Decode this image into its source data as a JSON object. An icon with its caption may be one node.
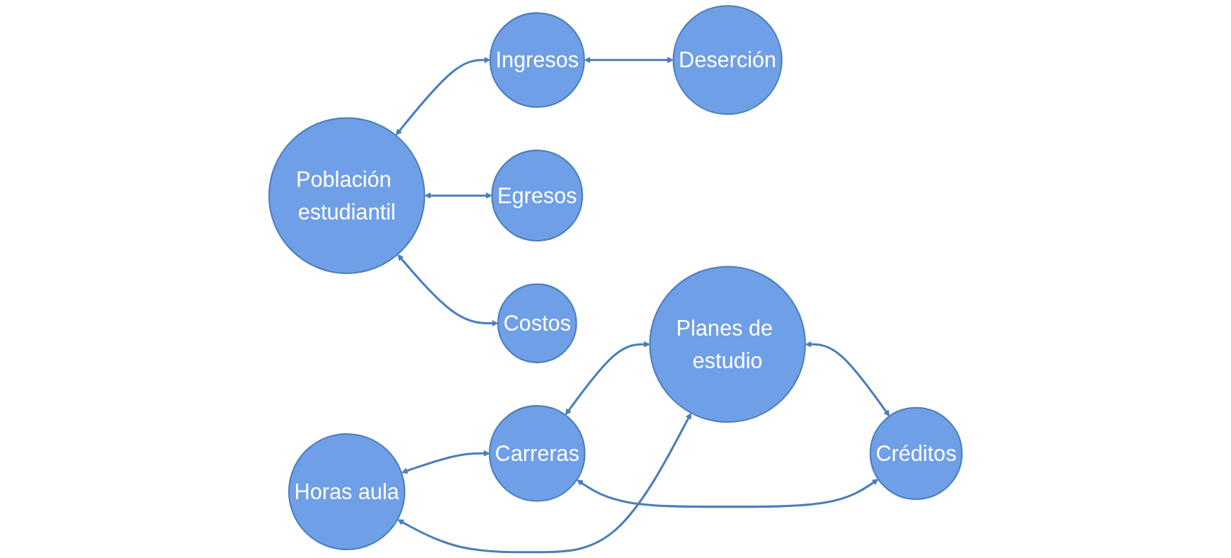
{
  "diagram": {
    "nodes": [
      {
        "text": [
          "Población estudiantil"
        ]
      },
      {
        "text": [
          "Ingresos"
        ]
      },
      {
        "text": [
          "Egresos"
        ]
      },
      {
        "text": [
          "Horas aula"
        ]
      },
      {
        "text": [
          "Carreras"
        ]
      },
      {
        "text": [
          "Deserción"
        ]
      },
      {
        "text": [
          "Planes de estudio"
        ]
      },
      {
        "text": [
          "Costos"
        ]
      },
      {
        "text": [
          "Créditos"
        ]
      }
    ],
    "edges": [
      {
        "from": 0,
        "to": 1,
        "arrow": "both"
      },
      {
        "from": 0,
        "to": 2,
        "arrow": "both"
      },
      {
        "from": 0,
        "to": 7,
        "arrow": "both"
      },
      {
        "from": 1,
        "to": 5,
        "arrow": "both"
      },
      {
        "from": 3,
        "to": 4,
        "arrow": "both"
      },
      {
        "from": 3,
        "to": 6,
        "arrow": "both"
      },
      {
        "from": 4,
        "to": 6,
        "arrow": "both"
      },
      {
        "from": 4,
        "to": 8,
        "arrow": "both"
      },
      {
        "from": 6,
        "to": 8,
        "arrow": "both"
      }
    ]
  }
}
